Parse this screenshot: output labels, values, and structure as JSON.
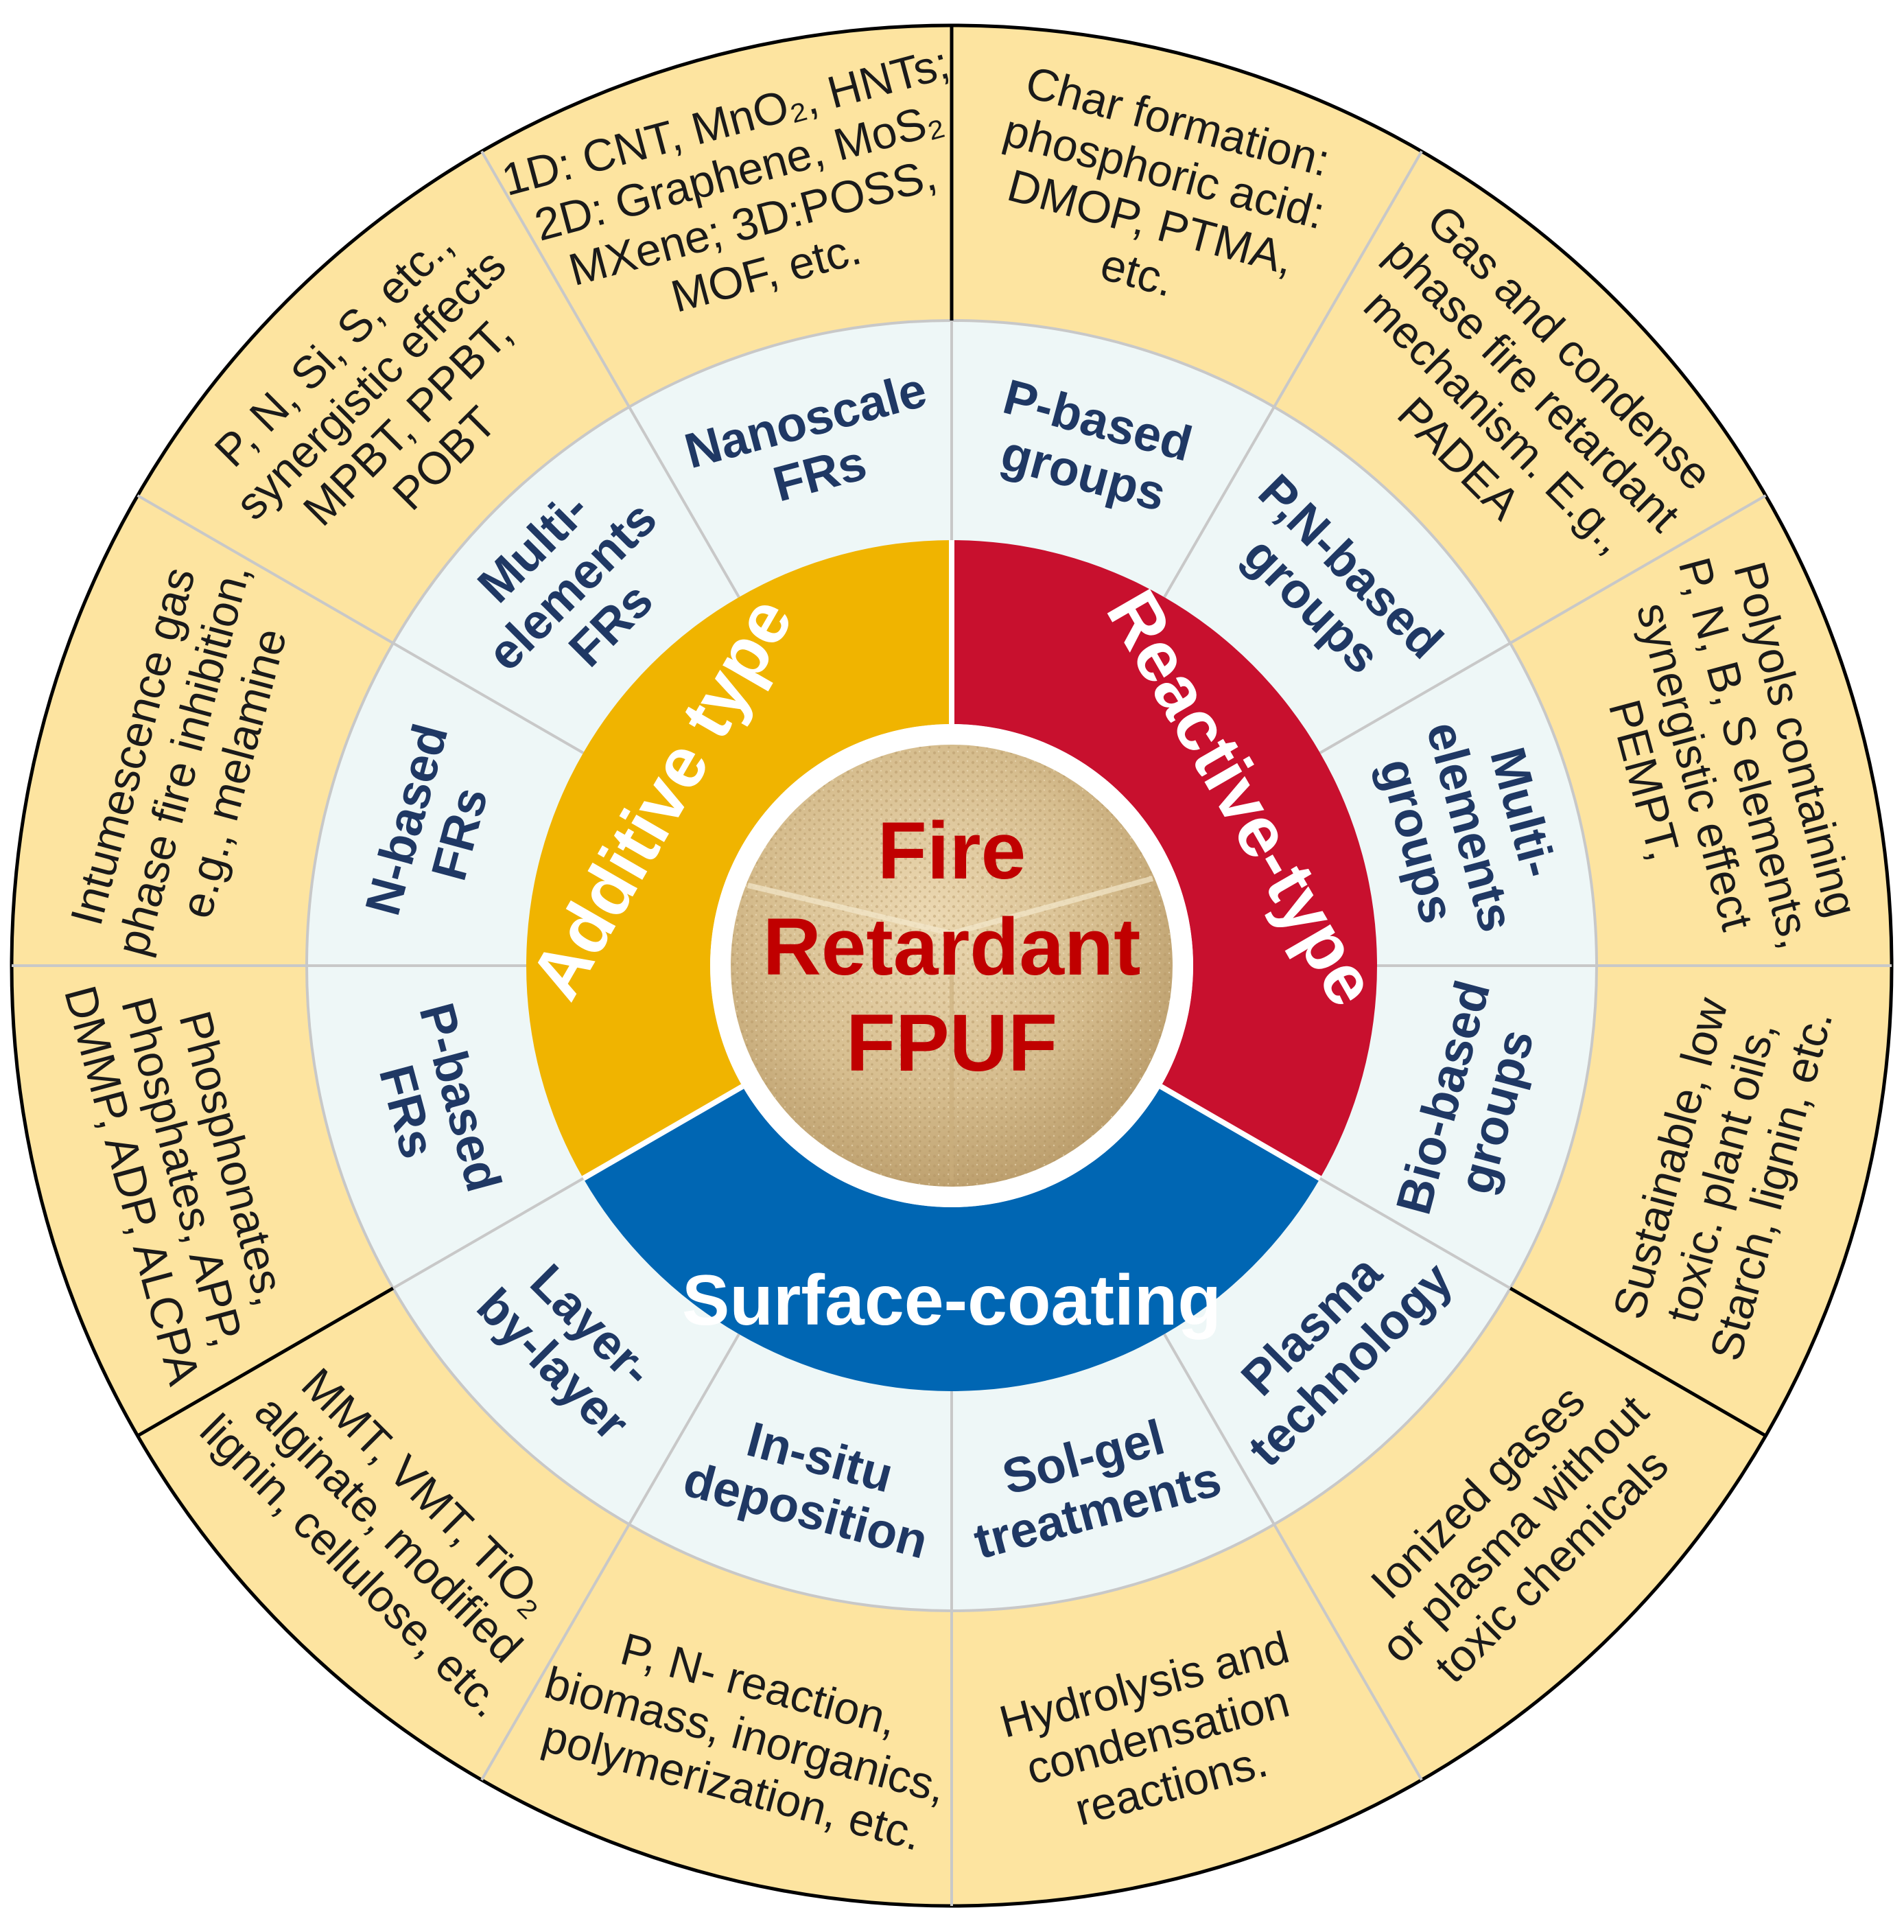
{
  "center": {
    "lines": [
      "Fire",
      "Retardant",
      "FPUF"
    ]
  },
  "categories": [
    {
      "id": "additive",
      "label": "Additive type",
      "color": "#f0b400"
    },
    {
      "id": "reactive",
      "label": "Reactive-type",
      "color": "#c8102e"
    },
    {
      "id": "coating",
      "label": "Surface-coating",
      "color": "#0066b3"
    }
  ],
  "colors": {
    "outer_ring": "#fde4a0",
    "middle_ring": "#eef7f7",
    "divider_light": "#c8c8c8",
    "divider_dark": "#000000",
    "label_dark_blue": "#1f3864",
    "center_red": "#c00000",
    "foam": "#d9c39a"
  },
  "segments": [
    {
      "id": "nanoscale",
      "category": "additive",
      "mid": [
        "Nanoscale",
        "FRs"
      ],
      "outer": [
        "1D: CNT, MnO₂, HNTs;",
        "2D: Graphene, MoS₂",
        "MXene; 3D:POSS,",
        "MOF, etc."
      ]
    },
    {
      "id": "p-based-groups",
      "category": "reactive",
      "mid": [
        "P-based",
        "groups"
      ],
      "outer": [
        "Char formation:",
        "phosphoric acid:",
        "DMOP, PTMA,",
        "etc."
      ]
    },
    {
      "id": "pn-based-groups",
      "category": "reactive",
      "mid": [
        "P,N-based",
        "groups"
      ],
      "outer": [
        "Gas and condense",
        "phase fire retardant",
        "mechanism. E.g.,",
        "PADEA"
      ]
    },
    {
      "id": "multi-elements-groups",
      "category": "reactive",
      "mid": [
        "Multi-",
        "elements",
        "groups"
      ],
      "outer": [
        "Polyols containing",
        "P, N, B, S elements,",
        "synergistic effect",
        "PEMPT,"
      ]
    },
    {
      "id": "bio-based-groups",
      "category": "reactive",
      "mid": [
        "Bio-based",
        "groups"
      ],
      "outer": [
        "Sustainable, low",
        "toxic. plant oils,",
        "Starch, lignin, etc."
      ]
    },
    {
      "id": "plasma",
      "category": "coating",
      "mid": [
        "Plasma",
        "technology"
      ],
      "outer": [
        "Ionized gases",
        "or plasma without",
        "toxic chemicals"
      ]
    },
    {
      "id": "sol-gel",
      "category": "coating",
      "mid": [
        "Sol-gel",
        "treatments"
      ],
      "outer": [
        "Hydrolysis and",
        "condensation",
        "reactions."
      ]
    },
    {
      "id": "in-situ",
      "category": "coating",
      "mid": [
        "In-situ",
        "deposition"
      ],
      "outer": [
        "P, N- reaction,",
        "biomass, inorganics,",
        "polymerization, etc."
      ]
    },
    {
      "id": "lbl",
      "category": "coating",
      "mid": [
        "Layer-",
        "by-layer"
      ],
      "outer": [
        "MMT, VMT, TiO₂",
        "alginate, modified",
        "lignin, cellulose, etc."
      ]
    },
    {
      "id": "p-based-frs",
      "category": "additive",
      "mid": [
        "P-based",
        "FRs"
      ],
      "outer": [
        "Phosphonates,",
        "Phosphates, APP,",
        "DMMP, ADP, ALCPA"
      ]
    },
    {
      "id": "n-based-frs",
      "category": "additive",
      "mid": [
        "N-based",
        "FRs"
      ],
      "outer": [
        "Intumescence gas",
        "phase fire inhibition,",
        "e.g., melamine"
      ]
    },
    {
      "id": "multi-elements-frs",
      "category": "additive",
      "mid": [
        "Multi-",
        "elements",
        "FRs"
      ],
      "outer": [
        "P, N, Si, S, etc.,",
        "synergistic effects",
        "MPBT, PPBT,",
        "POBT"
      ]
    }
  ]
}
